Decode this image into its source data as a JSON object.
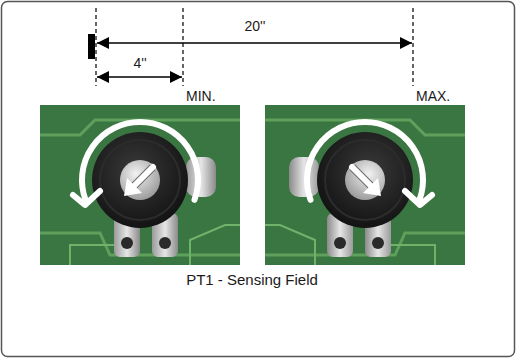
{
  "diagram": {
    "caption": "PT1 - Sensing Field",
    "labels": [
      "20''",
      "4''",
      "MIN.",
      "MAX."
    ]
  }
}
